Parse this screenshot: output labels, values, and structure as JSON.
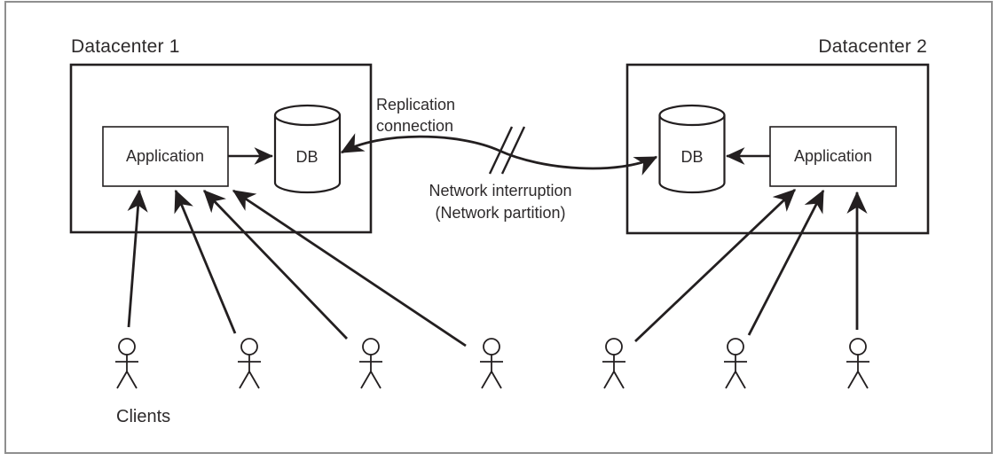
{
  "canvas": {
    "background": "#ffffff",
    "frame_color": "#8f8f8f",
    "line_color": "#231f20",
    "text_color": "#2d2a2b"
  },
  "datacenter1": {
    "title": "Datacenter 1",
    "application_label": "Application",
    "db_label": "DB"
  },
  "datacenter2": {
    "title": "Datacenter 2",
    "application_label": "Application",
    "db_label": "DB"
  },
  "replication": {
    "label_line1": "Replication",
    "label_line2": "connection"
  },
  "interruption": {
    "label_line1": "Network interruption",
    "label_line2": "(Network partition)"
  },
  "clients": {
    "label": "Clients",
    "left_count": 4,
    "right_count": 3
  }
}
